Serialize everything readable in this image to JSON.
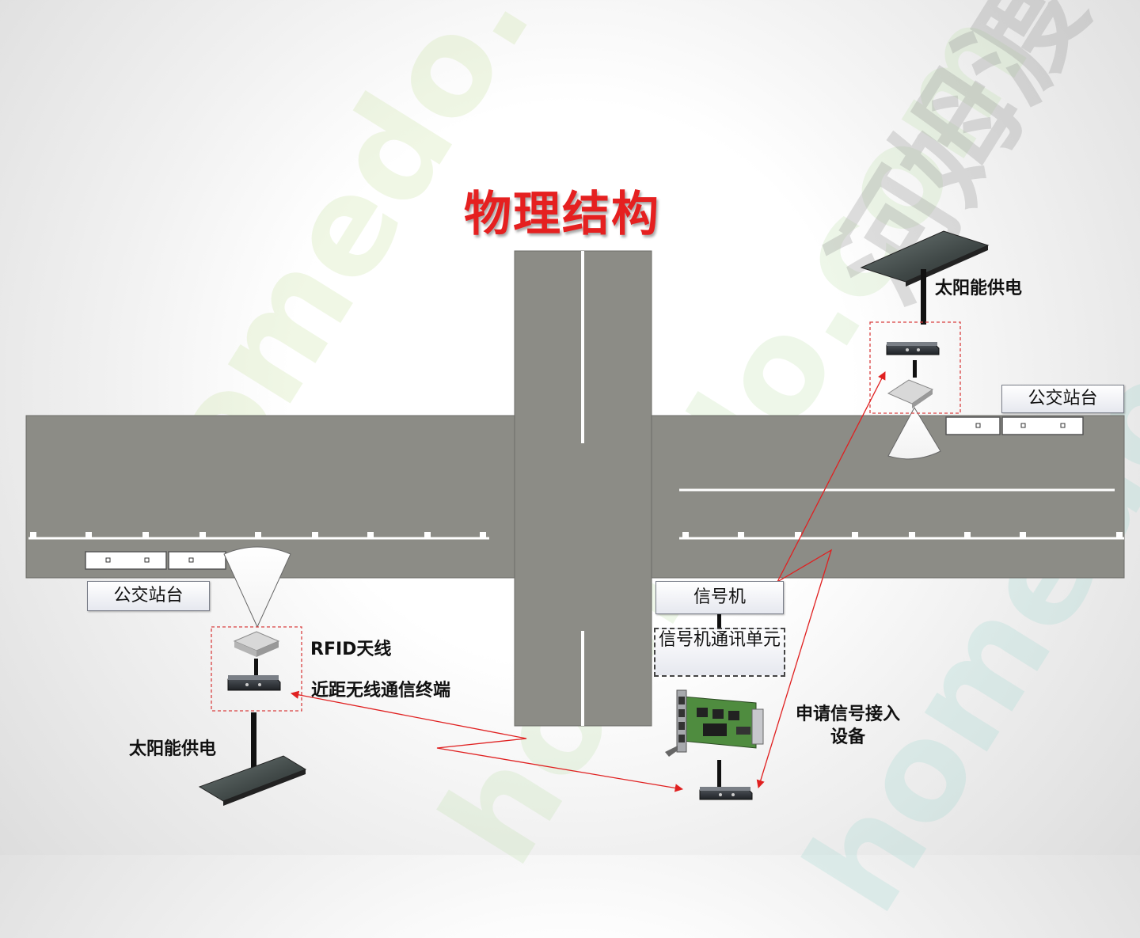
{
  "title": "物理结构",
  "labels": {
    "solar_top": "太阳能供电",
    "bus_stop_right": "公交站台",
    "bus_stop_left": "公交站台",
    "signal_machine": "信号机",
    "signal_comm_unit": "信号机通讯单元",
    "request_device": "申请信号接入设备",
    "rfid_antenna": "RFID天线",
    "short_range_terminal": "近距无线通信终端",
    "solar_bottom": "太阳能供电"
  },
  "watermark": {
    "text_en": "homedo.com",
    "text_cn": "河姆渡"
  },
  "colors": {
    "title": "#e52020",
    "road": "#8c8c86",
    "lane_marking": "#ffffff",
    "red_link": "#e02020",
    "dashed_frame": "#d94040"
  }
}
